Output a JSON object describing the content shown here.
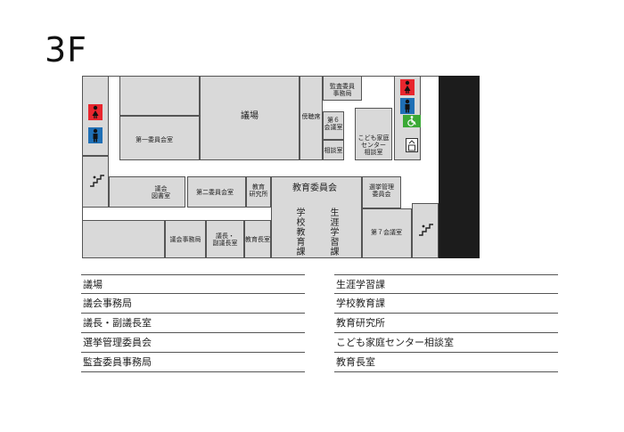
{
  "floor": "3F",
  "rooms": {
    "gijo": "議場",
    "boucho": "傍聴席",
    "kansa": "監査委員\n事務局",
    "dai6": "第６\n会議室",
    "soudan_room": "相談室",
    "kodomo": "こども家庭\nセンター\n相談室",
    "dai1": "第一委員会室",
    "toshoshitsu": "議会\n図書室",
    "dai2": "第二委員会室",
    "kyoiku_kenkyu": "教育\n研究所",
    "kyoiku_iinkai": "教育委員会",
    "senkyo": "選挙管理\n委員会",
    "gakko": "学校教育課",
    "shogai": "生涯学習課",
    "gikai_jimu": "議会事務局",
    "gicho": "議長・\n副議長室",
    "kyoikucho": "教育長室",
    "dai7": "第７会議室"
  },
  "icons": [
    "womens-restroom",
    "mens-restroom",
    "accessible-restroom",
    "elevator",
    "stairs"
  ],
  "colors": {
    "women": "#e8262e",
    "men": "#1f6fb5",
    "accessible": "#3aa935",
    "room_fill": "#d9d9d9",
    "wall": "#1c1c1c"
  },
  "legend_left": [
    "議場",
    "議会事務局",
    "議長・副議長室",
    "選挙管理委員会",
    "監査委員事務局"
  ],
  "legend_right": [
    "生涯学習課",
    "学校教育課",
    "教育研究所",
    "こども家庭センター相談室",
    "教育長室"
  ]
}
